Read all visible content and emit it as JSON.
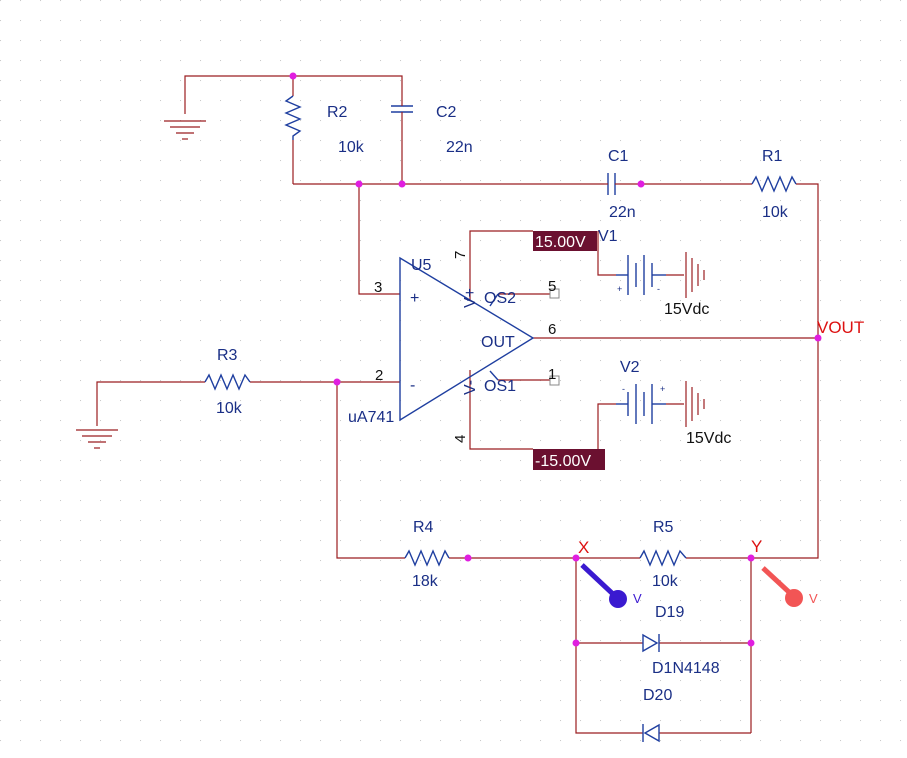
{
  "colors": {
    "wire": "#9b1d20",
    "component": "#1f3fa0",
    "label": "#1a2f86",
    "junction": "#e01ee0",
    "net_label": "#dd1111",
    "voltage_flag": "#6b1030",
    "probe_x": "#3a1ad0",
    "probe_y": "#f25555"
  },
  "components": {
    "r2": {
      "ref": "R2",
      "value": "10k"
    },
    "c2": {
      "ref": "C2",
      "value": "22n"
    },
    "c1": {
      "ref": "C1",
      "value": "22n"
    },
    "r1": {
      "ref": "R1",
      "value": "10k"
    },
    "r3": {
      "ref": "R3",
      "value": "10k"
    },
    "r4": {
      "ref": "R4",
      "value": "18k"
    },
    "r5": {
      "ref": "R5",
      "value": "10k"
    },
    "v1": {
      "ref": "V1",
      "value": "15Vdc",
      "plus": "+",
      "minus": "-"
    },
    "v2": {
      "ref": "V2",
      "value": "15Vdc",
      "plus": "+",
      "minus": "-"
    },
    "d19": {
      "ref": "D19",
      "value": "D1N4148"
    },
    "d20": {
      "ref": "D20"
    },
    "u5": {
      "ref": "U5",
      "model": "uA741",
      "plus": "+",
      "minus": "-",
      "out": "OUT",
      "os2": "OS2",
      "os1": "OS1",
      "vplus": "V+",
      "vminus": "V-",
      "pin3": "3",
      "pin2": "2",
      "pin7": "7",
      "pin4": "4",
      "pin5": "5",
      "pin6": "6",
      "pin1": "1"
    }
  },
  "voltage_flags": {
    "positive": "15.00V",
    "negative": "-15.00V"
  },
  "net_labels": {
    "vout": "VOUT",
    "x": "X",
    "y": "Y"
  },
  "probes": {
    "x": "V",
    "y": "V"
  }
}
